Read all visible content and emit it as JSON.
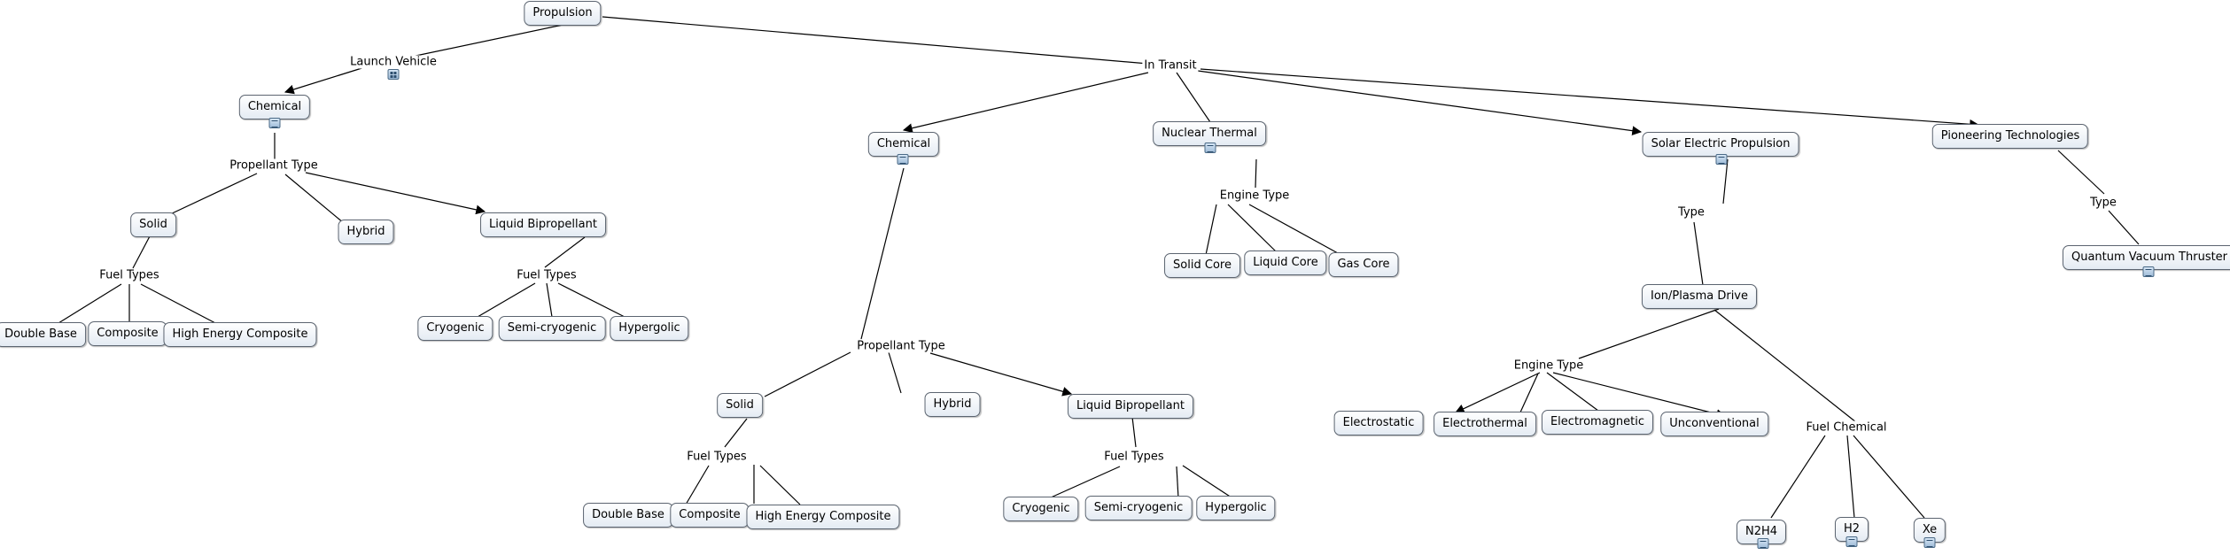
{
  "concepts": {
    "propulsion": "Propulsion",
    "lv_chemical": "Chemical",
    "lv_solid": "Solid",
    "lv_hybrid": "Hybrid",
    "lv_liquid": "Liquid Bipropellant",
    "lv_double_base": "Double Base",
    "lv_composite": "Composite",
    "lv_high_energy": "High Energy Composite",
    "lv_cryogenic": "Cryogenic",
    "lv_semi_cryogenic": "Semi-cryogenic",
    "lv_hypergolic": "Hypergolic",
    "it_chemical": "Chemical",
    "it_solid": "Solid",
    "it_hybrid": "Hybrid",
    "it_liquid": "Liquid Bipropellant",
    "it_double_base": "Double Base",
    "it_composite": "Composite",
    "it_high_energy": "High Energy Composite",
    "it_cryogenic": "Cryogenic",
    "it_semi_cryogenic": "Semi-cryogenic",
    "it_hypergolic": "Hypergolic",
    "nuclear_thermal": "Nuclear Thermal",
    "solid_core": "Solid Core",
    "liquid_core": "Liquid Core",
    "gas_core": "Gas Core",
    "solar_electric": "Solar Electric Propulsion",
    "ion_plasma": "Ion/Plasma Drive",
    "electrostatic": "Electrostatic",
    "electrothermal": "Electrothermal",
    "electromagnetic": "Electromagnetic",
    "unconventional": "Unconventional",
    "n2h4": "N2H4",
    "h2": "H2",
    "xe": "Xe",
    "pioneering": "Pioneering Technologies",
    "quantum_vacuum": "Quantum Vacuum Thruster"
  },
  "links": {
    "launch_vehicle": "Launch Vehicle",
    "in_transit": "In Transit",
    "lv_propellant_type": "Propellant Type",
    "lv_fuel_types_solid": "Fuel Types",
    "lv_fuel_types_liquid": "Fuel Types",
    "it_propellant_type": "Propellant Type",
    "it_fuel_types_solid": "Fuel Types",
    "it_fuel_types_liquid": "Fuel Types",
    "nt_engine_type": "Engine Type",
    "sep_type": "Type",
    "ion_engine_type": "Engine Type",
    "fuel_chemical": "Fuel Chemical",
    "pioneering_type": "Type"
  },
  "resource_icons": {
    "launch_vehicle": "resource-icons-icon",
    "lv_chemical": "resource-doc-icon",
    "it_chemical": "resource-doc-icon",
    "nuclear_thermal": "resource-doc-icon",
    "solar_electric": "resource-doc-icon",
    "quantum_vacuum": "resource-doc-icon",
    "n2h4": "resource-doc-icon",
    "h2": "resource-doc-icon",
    "xe": "resource-doc-icon"
  },
  "colors": {
    "line": "#000000",
    "node_border": "#5b6470",
    "node_fill_top": "#ffffff",
    "node_fill_bottom": "#e4ebf3"
  }
}
